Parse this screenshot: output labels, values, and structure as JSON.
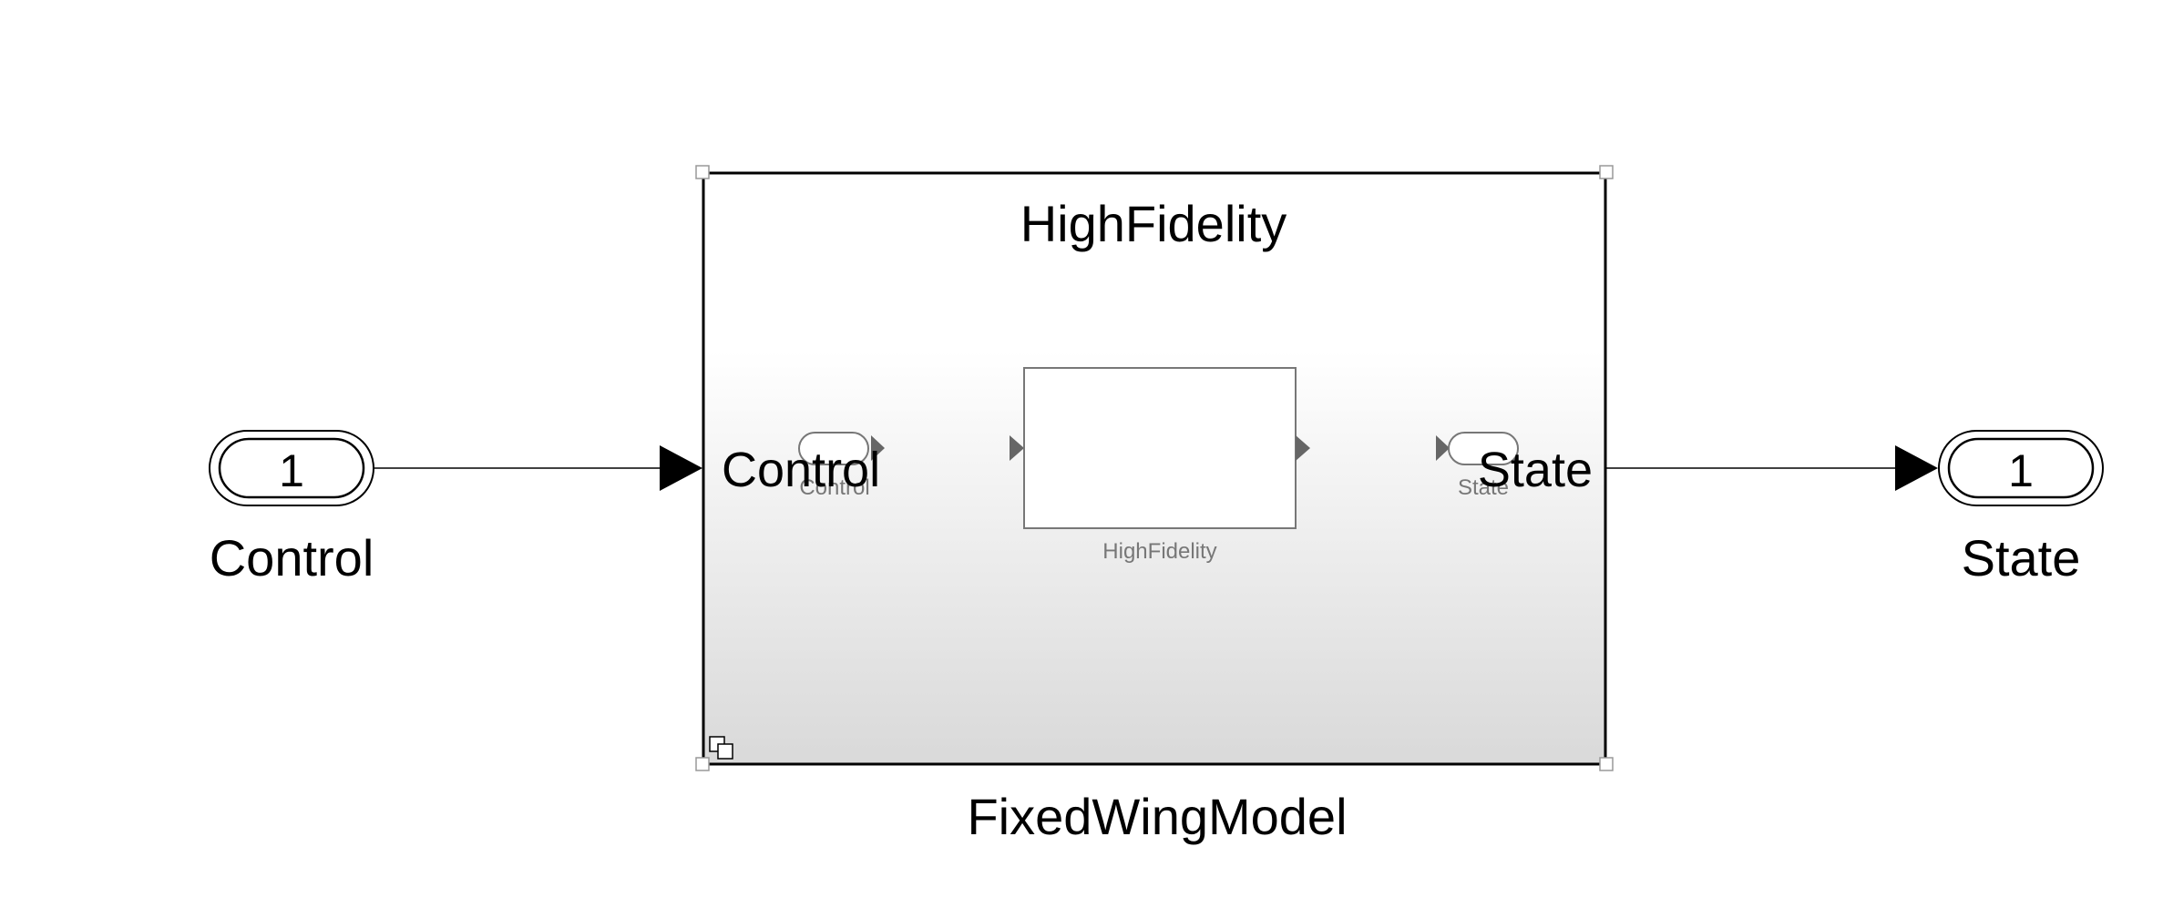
{
  "diagram": {
    "inport": {
      "number": "1",
      "name": "Control"
    },
    "outport": {
      "number": "1",
      "name": "State"
    },
    "subsystem": {
      "name": "FixedWingModel",
      "active_variant": "HighFidelity",
      "input_port_label": "Control",
      "output_port_label": "State",
      "preview": {
        "block_label": "HighFidelity",
        "inport_label": "Control",
        "outport_label": "State"
      }
    }
  },
  "colors": {
    "line": "#000000",
    "preview": "#777777",
    "gradient_top": "#ffffff",
    "gradient_bottom": "#d9d9d9"
  }
}
